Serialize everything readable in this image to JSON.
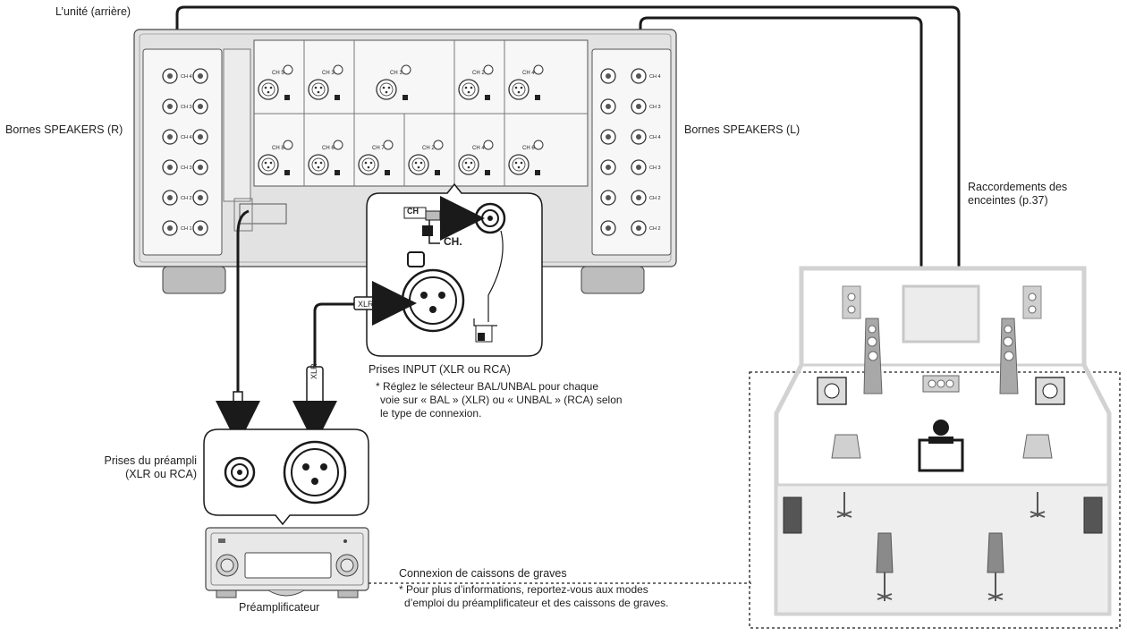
{
  "labels": {
    "unit_rear": "L’unité (arrière)",
    "speakers_r": "Bornes SPEAKERS (R)",
    "speakers_l": "Bornes SPEAKERS (L)",
    "speaker_conn_1": "Raccordements des",
    "speaker_conn_2": "enceintes (p.37)",
    "input_title": "Prises INPUT (XLR ou RCA)",
    "input_note_1": "* Réglez le sélecteur BAL/UNBAL pour chaque",
    "input_note_2": "voie sur « BAL » (XLR) ou « UNBAL » (RCA) selon",
    "input_note_3": "le type de connexion.",
    "preamp_jacks_1": "Prises du préampli",
    "preamp_jacks_2": "(XLR ou RCA)",
    "preamp": "Préamplificateur",
    "sub_title": "Connexion de caissons de graves",
    "sub_note_1": "* Pour plus d’informations, reportez-vous aux modes",
    "sub_note_2": "d’emploi du préamplificateur et des caissons de graves.",
    "callout_ch": "CH",
    "callout_ch_dot": "CH.",
    "callout_xlr": "XLR",
    "cable_xlr": "XLR"
  },
  "panel_channels": {
    "top": [
      "CH 5",
      "CH 3",
      "CH 1",
      "CH 2",
      "CH 4"
    ],
    "bottom": [
      "CH 8",
      "CH 6",
      "CH 7",
      "CH 2",
      "CH 4",
      "CH 6"
    ],
    "left_terminals": [
      "CH 4",
      "CH 3",
      "CH 4",
      "CH 3",
      "CH 2",
      "CH 1"
    ],
    "right_terminals": [
      "CH 4",
      "CH 3",
      "CH 4",
      "CH 3",
      "CH 2",
      "CH 2"
    ]
  },
  "colors": {
    "line": "#1a1a1a",
    "panel": "#e6e6e6",
    "room": "#d8d8d8",
    "speaker": "#888888"
  }
}
